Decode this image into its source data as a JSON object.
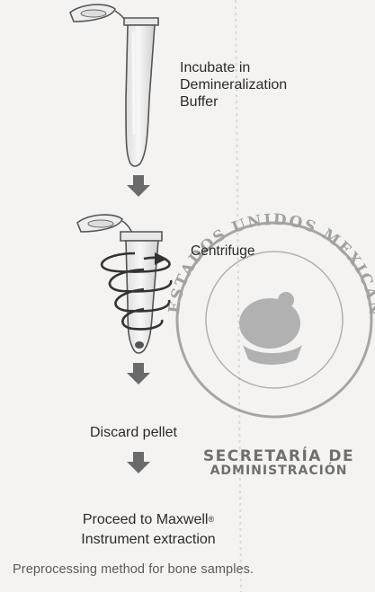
{
  "steps": {
    "incubate": "Incubate in Demineralization Buffer",
    "centrifuge": "Centrifuge",
    "discard": "Discard pellet",
    "proceed_main": "Proceed to Maxwell",
    "proceed_mark": "®",
    "proceed_rest": "Instrument extraction"
  },
  "caption": "Preprocessing method for bone samples.",
  "seal": {
    "ring_text": "ESTADOS UNIDOS MEXICANOS",
    "stamp_line1": "SECRETARÍA DE",
    "stamp_line2": "ADMINISTRACIÓN"
  },
  "colors": {
    "tube_outline": "#555555",
    "arrow": "#6a6a6a",
    "seal_ink": "#707070"
  }
}
